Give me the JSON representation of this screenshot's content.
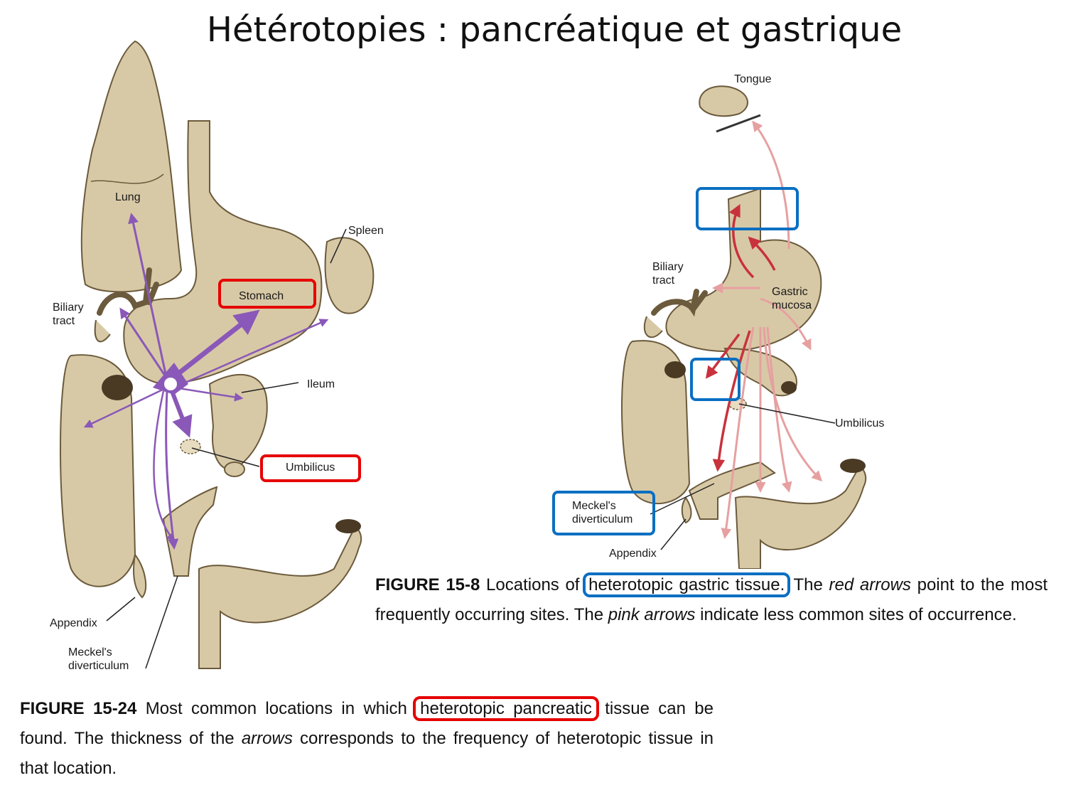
{
  "slide": {
    "title": "Hétérotopies : pancréatique et gastrique"
  },
  "figure_left": {
    "labels": {
      "lung": "Lung",
      "spleen": "Spleen",
      "stomach": "Stomach",
      "biliary": "Biliary\ntract",
      "ileum": "Ileum",
      "umbilicus": "Umbilicus",
      "appendix": "Appendix",
      "meckel": "Meckel's\ndiverticulum"
    },
    "caption": {
      "figure_number": "FIGURE 15-24",
      "text_1": "Most common locations in which",
      "highlight": "heterotopic pancreatic",
      "text_2": "tissue can be found. The thickness of the",
      "italic": "arrows",
      "text_3": "corresponds to the frequency of heterotopic tissue in that location."
    }
  },
  "figure_right": {
    "labels": {
      "tongue": "Tongue",
      "biliary": "Biliary\ntract",
      "gastric": "Gastric\nmucosa",
      "umbilicus": "Umbilicus",
      "meckel": "Meckel's\ndiverticulum",
      "appendix": "Appendix"
    },
    "caption": {
      "figure_number": "FIGURE 15-8",
      "text_1": "Locations of",
      "highlight": "heterotopic gastric tissue.",
      "text_2": "The",
      "italic_1": "red arrows",
      "text_3": "point to the most frequently occurring sites. The",
      "italic_2": "pink arrows",
      "text_4": "indicate less common sites of occurrence."
    }
  },
  "colors": {
    "organ": "#d8c9a6",
    "organ_stroke": "#6b5a3c",
    "purple_arrow": "#8a58b8",
    "red_arrow": "#c8323c",
    "pink_arrow": "#e6a0a0",
    "red_box": "#e60000",
    "blue_box": "#0a6fc2"
  }
}
